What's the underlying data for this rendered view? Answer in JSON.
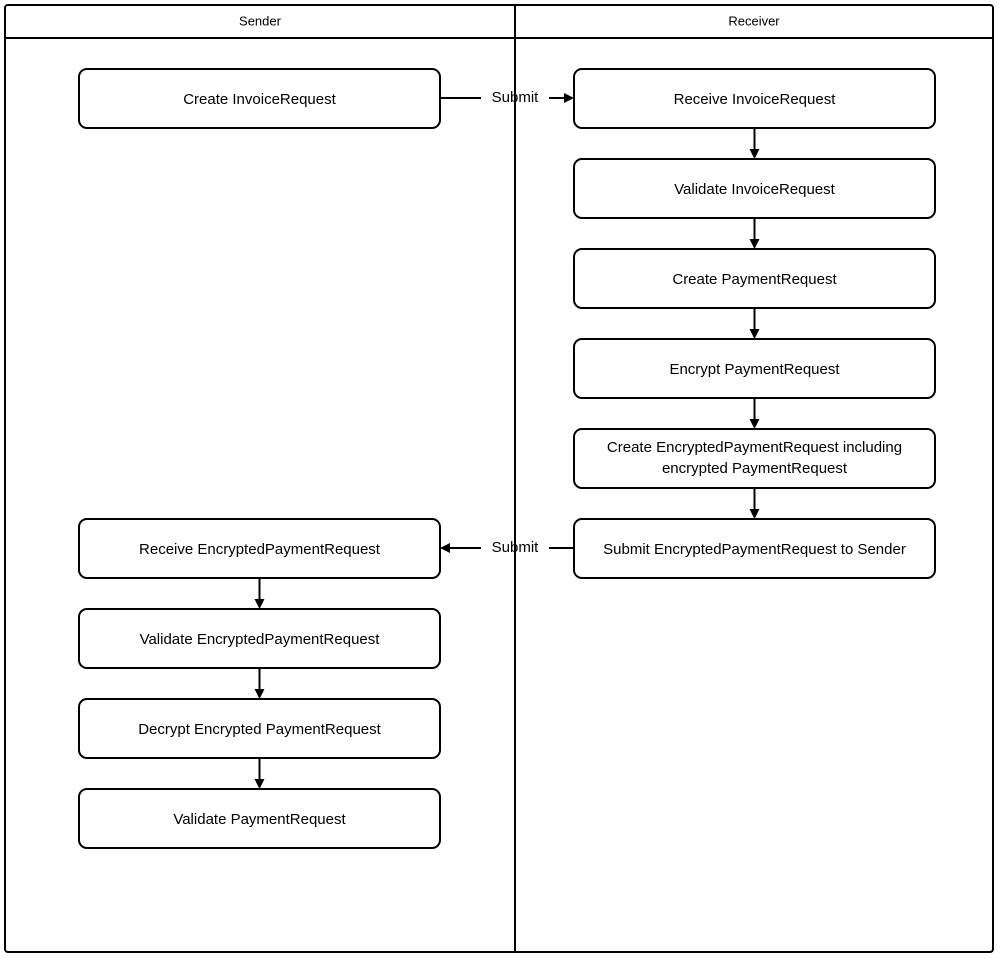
{
  "diagram": {
    "type": "swimlane-flowchart",
    "background_color": "#ffffff",
    "line_color": "#000000",
    "node_fill_color": "#ffffff",
    "lanes": [
      {
        "id": "sender",
        "title": "Sender"
      },
      {
        "id": "receiver",
        "title": "Receiver"
      }
    ],
    "nodes": [
      {
        "id": "n1",
        "lane": "sender",
        "label": "Create InvoiceRequest"
      },
      {
        "id": "n2",
        "lane": "receiver",
        "label": "Receive InvoiceRequest"
      },
      {
        "id": "n3",
        "lane": "receiver",
        "label": "Validate InvoiceRequest"
      },
      {
        "id": "n4",
        "lane": "receiver",
        "label": "Create PaymentRequest"
      },
      {
        "id": "n5",
        "lane": "receiver",
        "label": "Encrypt PaymentRequest"
      },
      {
        "id": "n6",
        "lane": "receiver",
        "label_line1": "Create EncryptedPaymentRequest including",
        "label_line2": "encrypted PaymentRequest"
      },
      {
        "id": "n7",
        "lane": "receiver",
        "label": "Submit EncryptedPaymentRequest to Sender"
      },
      {
        "id": "n8",
        "lane": "sender",
        "label": "Receive EncryptedPaymentRequest"
      },
      {
        "id": "n9",
        "lane": "sender",
        "label": "Validate EncryptedPaymentRequest"
      },
      {
        "id": "n10",
        "lane": "sender",
        "label": "Decrypt Encrypted PaymentRequest"
      },
      {
        "id": "n11",
        "lane": "sender",
        "label": "Validate PaymentRequest"
      }
    ],
    "edges": [
      {
        "from": "n1",
        "to": "n2",
        "label": "Submit",
        "direction": "right"
      },
      {
        "from": "n2",
        "to": "n3",
        "label": "",
        "direction": "down"
      },
      {
        "from": "n3",
        "to": "n4",
        "label": "",
        "direction": "down"
      },
      {
        "from": "n4",
        "to": "n5",
        "label": "",
        "direction": "down"
      },
      {
        "from": "n5",
        "to": "n6",
        "label": "",
        "direction": "down"
      },
      {
        "from": "n6",
        "to": "n7",
        "label": "",
        "direction": "down"
      },
      {
        "from": "n7",
        "to": "n8",
        "label": "Submit",
        "direction": "left"
      },
      {
        "from": "n8",
        "to": "n9",
        "label": "",
        "direction": "down"
      },
      {
        "from": "n9",
        "to": "n10",
        "label": "",
        "direction": "down"
      },
      {
        "from": "n10",
        "to": "n11",
        "label": "",
        "direction": "down"
      }
    ]
  }
}
